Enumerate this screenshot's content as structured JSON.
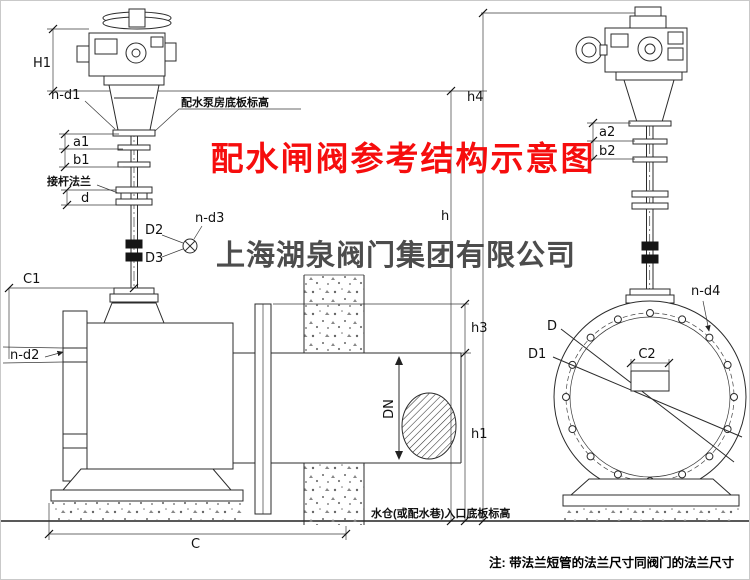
{
  "colors": {
    "title": "#f60d0d",
    "watermark": "#3d3d3d"
  },
  "title": "配水闸阀参考结构示意图",
  "watermark": "上海湖泉阀门集团有限公司",
  "note": "注: 带法兰短管的法兰尺寸同阀门的法兰尺寸",
  "annotations": {
    "pump_floor": "配水泵房底板标高",
    "rod_flange": "接杆法兰",
    "sump_floor": "水仓(或配水巷)入口底板标高"
  },
  "dims": {
    "H1": "H1",
    "n_d1": "n-d1",
    "a1": "a1",
    "b1": "b1",
    "d": "d",
    "D2": "D2",
    "n_d3": "n-d3",
    "D3": "D3",
    "C1": "C1",
    "n_d2": "n-d2",
    "C": "C",
    "DN": "DN",
    "h1": "h1",
    "h3": "h3",
    "h": "h",
    "h4": "h4",
    "a2": "a2",
    "b2": "b2",
    "n_d4": "n-d4",
    "D": "D",
    "D1": "D1",
    "C2": "C2"
  }
}
